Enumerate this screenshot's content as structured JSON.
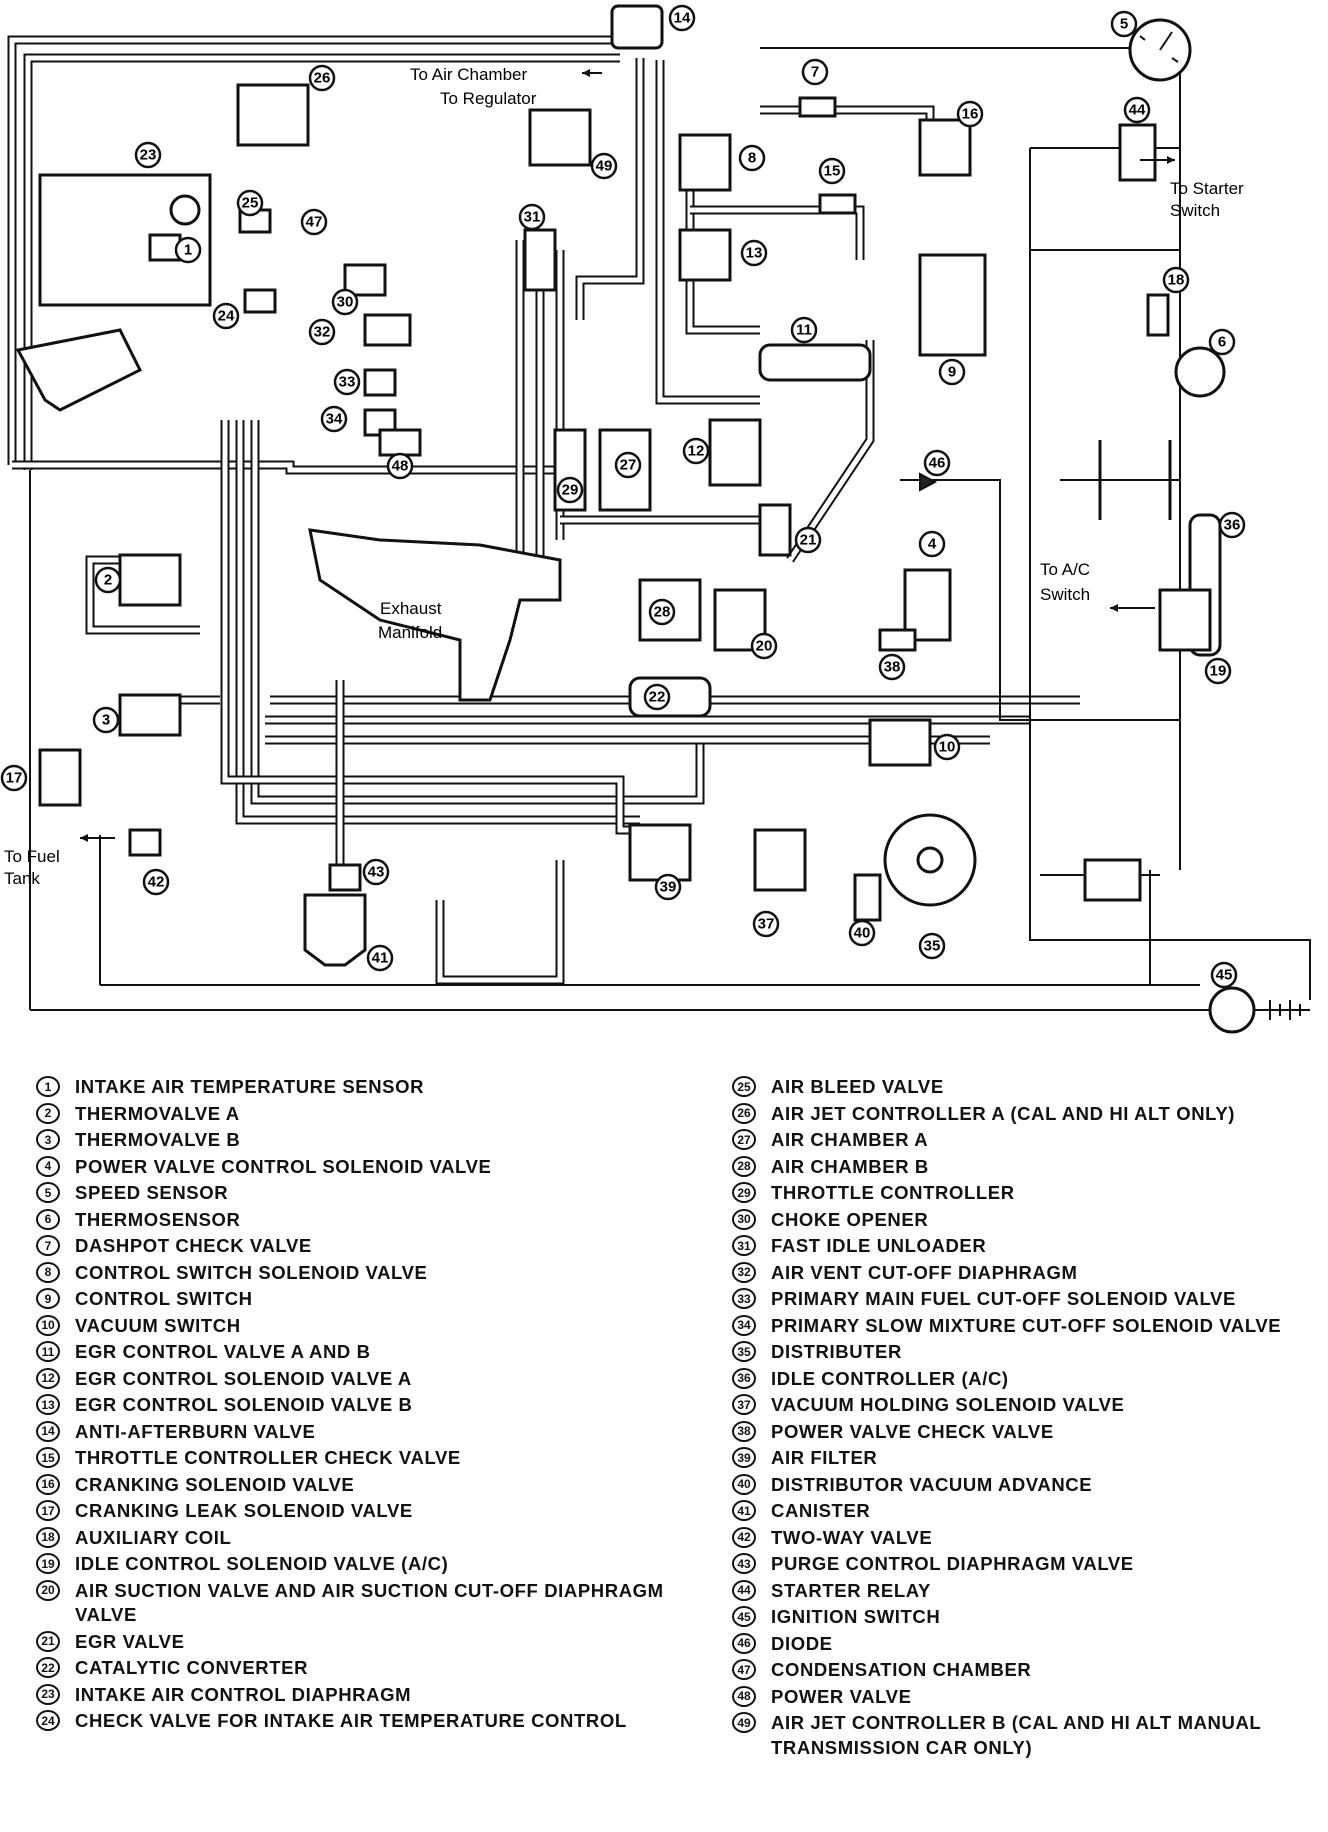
{
  "annotations": {
    "air_chamber": "To Air Chamber",
    "regulator": "To Regulator",
    "starter_switch_1": "To Starter",
    "starter_switch_2": "Switch",
    "ac_switch_1": "To A/C",
    "ac_switch_2": "Switch",
    "exhaust_1": "Exhaust",
    "exhaust_2": "Manifold",
    "fuel_tank_1": "To Fuel",
    "fuel_tank_2": "Tank"
  },
  "legend": {
    "left": [
      {
        "num": "1",
        "label": "INTAKE AIR TEMPERATURE SENSOR"
      },
      {
        "num": "2",
        "label": "THERMOVALVE A"
      },
      {
        "num": "3",
        "label": "THERMOVALVE B"
      },
      {
        "num": "4",
        "label": "POWER VALVE CONTROL SOLENOID VALVE"
      },
      {
        "num": "5",
        "label": "SPEED SENSOR"
      },
      {
        "num": "6",
        "label": "THERMOSENSOR"
      },
      {
        "num": "7",
        "label": "DASHPOT CHECK VALVE"
      },
      {
        "num": "8",
        "label": "CONTROL SWITCH SOLENOID VALVE"
      },
      {
        "num": "9",
        "label": "CONTROL SWITCH"
      },
      {
        "num": "10",
        "label": "VACUUM SWITCH"
      },
      {
        "num": "11",
        "label": "EGR CONTROL VALVE A AND B"
      },
      {
        "num": "12",
        "label": "EGR CONTROL SOLENOID VALVE A"
      },
      {
        "num": "13",
        "label": "EGR CONTROL SOLENOID VALVE B"
      },
      {
        "num": "14",
        "label": "ANTI-AFTERBURN VALVE"
      },
      {
        "num": "15",
        "label": "THROTTLE CONTROLLER CHECK VALVE"
      },
      {
        "num": "16",
        "label": "CRANKING SOLENOID VALVE"
      },
      {
        "num": "17",
        "label": "CRANKING LEAK SOLENOID VALVE"
      },
      {
        "num": "18",
        "label": "AUXILIARY COIL"
      },
      {
        "num": "19",
        "label": "IDLE CONTROL SOLENOID VALVE (A/C)"
      },
      {
        "num": "20",
        "label": "AIR SUCTION VALVE AND AIR SUCTION CUT-OFF DIAPHRAGM VALVE"
      },
      {
        "num": "21",
        "label": "EGR VALVE"
      },
      {
        "num": "22",
        "label": "CATALYTIC CONVERTER"
      },
      {
        "num": "23",
        "label": "INTAKE AIR CONTROL DIAPHRAGM"
      },
      {
        "num": "24",
        "label": "CHECK VALVE FOR INTAKE AIR TEMPERATURE CONTROL"
      }
    ],
    "right": [
      {
        "num": "25",
        "label": "AIR BLEED VALVE"
      },
      {
        "num": "26",
        "label": "AIR JET CONTROLLER A (CAL AND HI ALT ONLY)"
      },
      {
        "num": "27",
        "label": "AIR CHAMBER A"
      },
      {
        "num": "28",
        "label": "AIR CHAMBER B"
      },
      {
        "num": "29",
        "label": "THROTTLE CONTROLLER"
      },
      {
        "num": "30",
        "label": "CHOKE OPENER"
      },
      {
        "num": "31",
        "label": "FAST IDLE UNLOADER"
      },
      {
        "num": "32",
        "label": "AIR VENT CUT-OFF DIAPHRAGM"
      },
      {
        "num": "33",
        "label": "PRIMARY MAIN FUEL CUT-OFF SOLENOID VALVE"
      },
      {
        "num": "34",
        "label": "PRIMARY SLOW MIXTURE CUT-OFF SOLENOID VALVE"
      },
      {
        "num": "35",
        "label": "DISTRIBUTER"
      },
      {
        "num": "36",
        "label": "IDLE CONTROLLER (A/C)"
      },
      {
        "num": "37",
        "label": "VACUUM HOLDING SOLENOID VALVE"
      },
      {
        "num": "38",
        "label": "POWER VALVE CHECK VALVE"
      },
      {
        "num": "39",
        "label": "AIR FILTER"
      },
      {
        "num": "40",
        "label": "DISTRIBUTOR VACUUM ADVANCE"
      },
      {
        "num": "41",
        "label": "CANISTER"
      },
      {
        "num": "42",
        "label": "TWO-WAY VALVE"
      },
      {
        "num": "43",
        "label": "PURGE CONTROL DIAPHRAGM VALVE"
      },
      {
        "num": "44",
        "label": "STARTER RELAY"
      },
      {
        "num": "45",
        "label": "IGNITION SWITCH"
      },
      {
        "num": "46",
        "label": "DIODE"
      },
      {
        "num": "47",
        "label": "CONDENSATION CHAMBER"
      },
      {
        "num": "48",
        "label": "POWER VALVE"
      },
      {
        "num": "49",
        "label": "AIR JET CONTROLLER B (CAL AND HI ALT MANUAL TRANSMISSION CAR ONLY)"
      }
    ]
  }
}
